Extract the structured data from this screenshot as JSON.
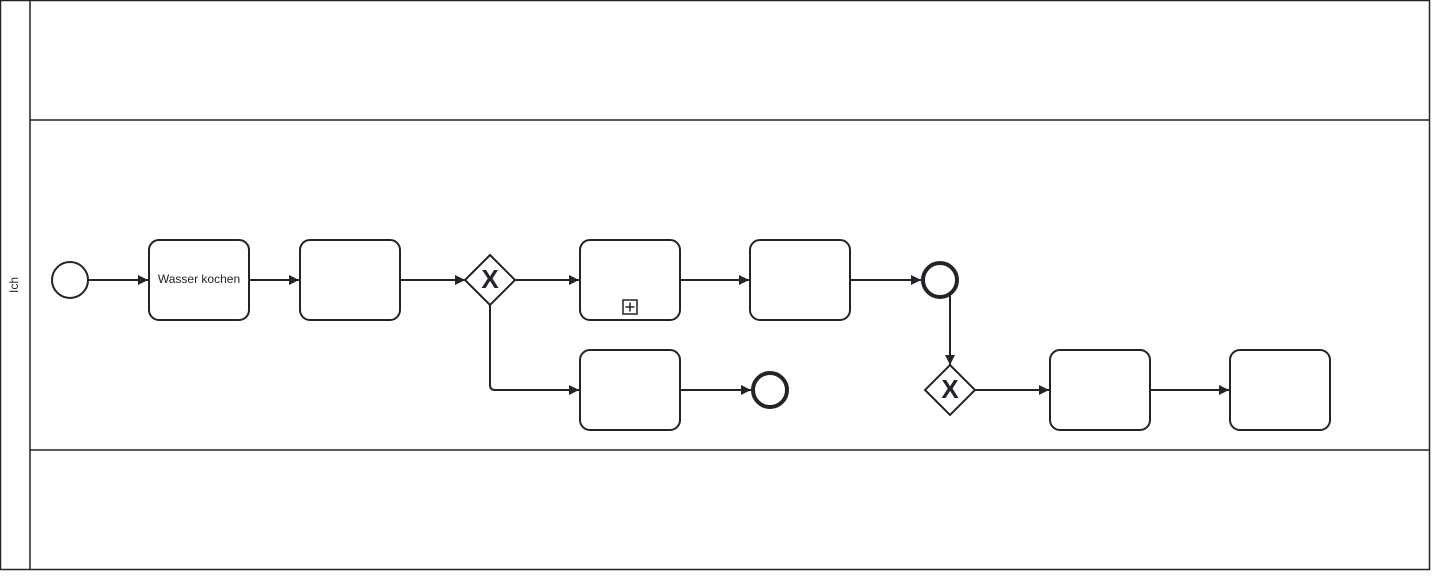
{
  "diagram": {
    "type": "BPMN",
    "colors": {
      "stroke": "#22242a",
      "fill": "#ffffff",
      "background": "#ffffff"
    },
    "pool": {
      "label": "Ich"
    },
    "lanes": [
      {
        "label": ""
      },
      {
        "label": ""
      },
      {
        "label": ""
      }
    ],
    "tasks": [
      {
        "id": "task-wasser-kochen",
        "label": "Wasser kochen"
      },
      {
        "id": "task-2",
        "label": ""
      },
      {
        "id": "subprocess-1",
        "label": "",
        "collapsed_subprocess": true
      },
      {
        "id": "task-4",
        "label": ""
      },
      {
        "id": "task-5",
        "label": ""
      },
      {
        "id": "task-6",
        "label": ""
      },
      {
        "id": "task-7",
        "label": ""
      }
    ],
    "gateways": [
      {
        "id": "gateway-1",
        "kind": "exclusive",
        "marker": "X"
      },
      {
        "id": "gateway-2",
        "kind": "exclusive",
        "marker": "X"
      }
    ],
    "events": [
      {
        "id": "start-event",
        "kind": "start"
      },
      {
        "id": "end-event-1",
        "kind": "end"
      },
      {
        "id": "end-event-2",
        "kind": "end"
      }
    ],
    "flows": [
      {
        "from": "start-event",
        "to": "task-wasser-kochen"
      },
      {
        "from": "task-wasser-kochen",
        "to": "task-2"
      },
      {
        "from": "task-2",
        "to": "gateway-1"
      },
      {
        "from": "gateway-1",
        "to": "subprocess-1"
      },
      {
        "from": "gateway-1",
        "to": "task-5"
      },
      {
        "from": "subprocess-1",
        "to": "task-4"
      },
      {
        "from": "task-4",
        "to": "end-event-1"
      },
      {
        "from": "end-event-1",
        "to": "gateway-2"
      },
      {
        "from": "task-5",
        "to": "end-event-2"
      },
      {
        "from": "gateway-2",
        "to": "task-6"
      },
      {
        "from": "task-6",
        "to": "task-7"
      }
    ]
  }
}
